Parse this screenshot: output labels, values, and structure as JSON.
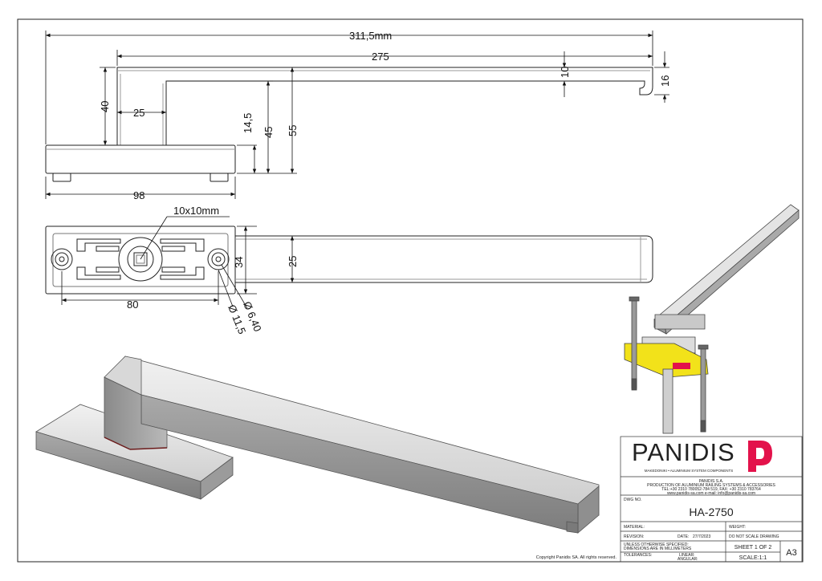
{
  "dimensions": {
    "overall_length": "311,5mm",
    "lever_length": "275",
    "lever_thickness": "10",
    "lever_tip_height": "16",
    "neck_height": "40",
    "neck_width": "25",
    "base_height_1": "14,5",
    "base_height_2": "45",
    "base_height_3": "55",
    "base_length": "98",
    "square_spindle": "10x10mm",
    "base_width": "34",
    "lever_width": "25",
    "screw_spacing": "80",
    "hole_small": "Ø 6,40",
    "hole_large": "Ø 11,5"
  },
  "title_block": {
    "brand": "PANIDIS",
    "brand_tagline": "MAKEDONIKI • ALUMINIUM SYSTEM COMPONENTS",
    "company_name": "PANIDIS S.A.",
    "company_desc": "PRODUCTION OF ALUMINIUM RAILING SYSTEMS & ACCESSORIES",
    "company_tel": "TEL:+30 2310 780052-784 519, FAX: +30 2310 783764",
    "company_web": "www.panidis-sa.com    e-mail: info@panidis-sa.com",
    "dwg_no_label": "DWG NO.",
    "dwg_no": "HA-2750",
    "material_label": "MATERIAL:",
    "weight_label": "WEIGHT:",
    "revision_label": "REVISION:",
    "date_label": "DATE:",
    "date": "27/7/2023",
    "no_scale": "DO NOT SCALE DRAWING",
    "unless_1": "UNLESS OTHERWISE SPECIFIED:",
    "unless_2": "DIMENSIONS ARE IN MILLIMETERS",
    "sheet": "SHEET 1 OF 2",
    "tolerances_label": "TOLERANCES:",
    "linear_label": "LINEAR:",
    "angular_label": "ANGULAR:",
    "scale": "SCALE:1:1",
    "size": "A3",
    "copyright": "Copyright Panidis SA. All rights reserved."
  },
  "colors": {
    "brand_red": "#e3124b",
    "highlight_yellow": "#f2e21a"
  }
}
